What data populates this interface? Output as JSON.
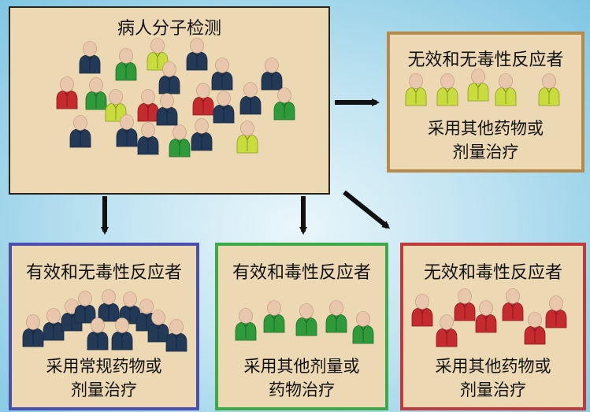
{
  "colors": {
    "navy": "#223a58",
    "red": "#c42a2e",
    "green": "#2e9a3a",
    "lime": "#c8dc3c",
    "skin": "#e8c7ad"
  },
  "top": {
    "title": "病人分子检测"
  },
  "top_right": {
    "title": "无效和无毒性反应者",
    "line1": "采用其他药物或",
    "line2": "剂量治疗"
  },
  "bottom_left": {
    "title": "有效和无毒性反应者",
    "line1": "采用常规药物或",
    "line2": "剂量治疗"
  },
  "bottom_mid": {
    "title": "有效和毒性反应者",
    "line1": "采用其他剂量或",
    "line2": "药物治疗"
  },
  "bottom_right": {
    "title": "无效和毒性反应者",
    "line1": "采用其他药物或",
    "line2": "剂量治疗"
  }
}
